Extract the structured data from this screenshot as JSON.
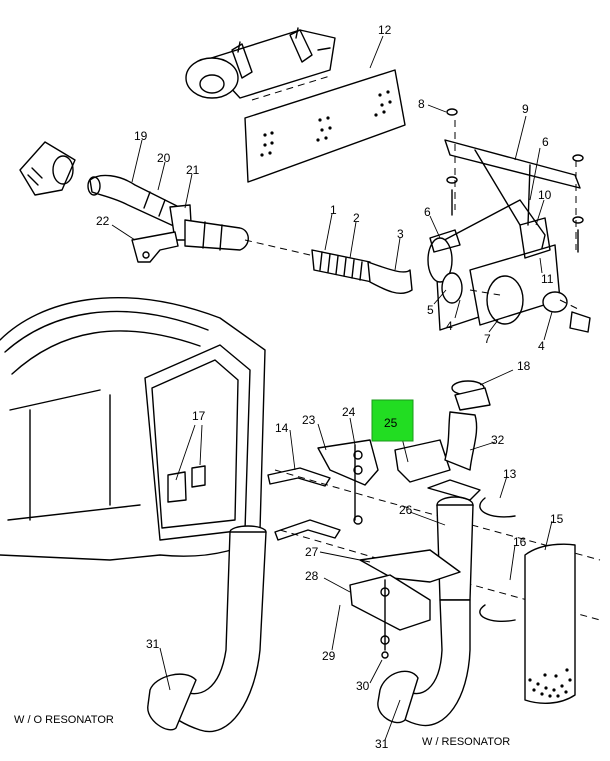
{
  "callouts": {
    "c1": "1",
    "c2": "2",
    "c3": "3",
    "c4a": "4",
    "c4b": "4",
    "c5": "5",
    "c6a": "6",
    "c6b": "6",
    "c7": "7",
    "c8": "8",
    "c9": "9",
    "c10": "10",
    "c11": "11",
    "c12": "12",
    "c13": "13",
    "c14": "14",
    "c15": "15",
    "c16": "16",
    "c17": "17",
    "c18": "18",
    "c19": "19",
    "c20": "20",
    "c21": "21",
    "c22": "22",
    "c23": "23",
    "c24": "24",
    "c25": "25",
    "c26": "26",
    "c27": "27",
    "c28": "28",
    "c29": "29",
    "c30": "30",
    "c31a": "31",
    "c31b": "31",
    "c32": "32"
  },
  "captions": {
    "without_resonator": "W / O RESONATOR",
    "with_resonator": "W /  RESONATOR"
  },
  "highlight_color": "#22dd22"
}
